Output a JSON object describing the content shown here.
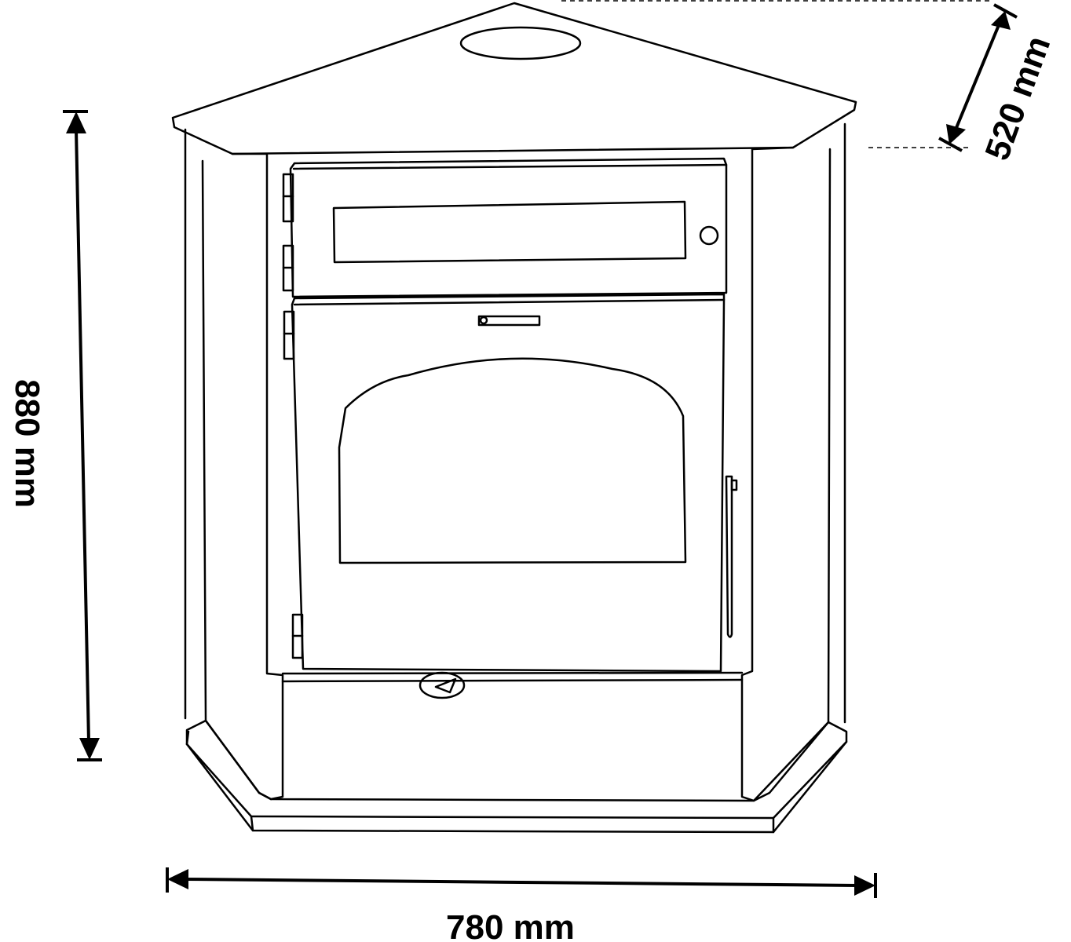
{
  "diagram": {
    "subject": "corner stove front view line drawing",
    "dimensions": {
      "height": {
        "label": "880 mm",
        "value": 880,
        "unit": "mm"
      },
      "width": {
        "label": "780 mm",
        "value": 780,
        "unit": "mm"
      },
      "depth": {
        "label": "520 mm",
        "value": 520,
        "unit": "mm"
      }
    },
    "colors": {
      "line": "#000000",
      "background": "#ffffff"
    }
  }
}
